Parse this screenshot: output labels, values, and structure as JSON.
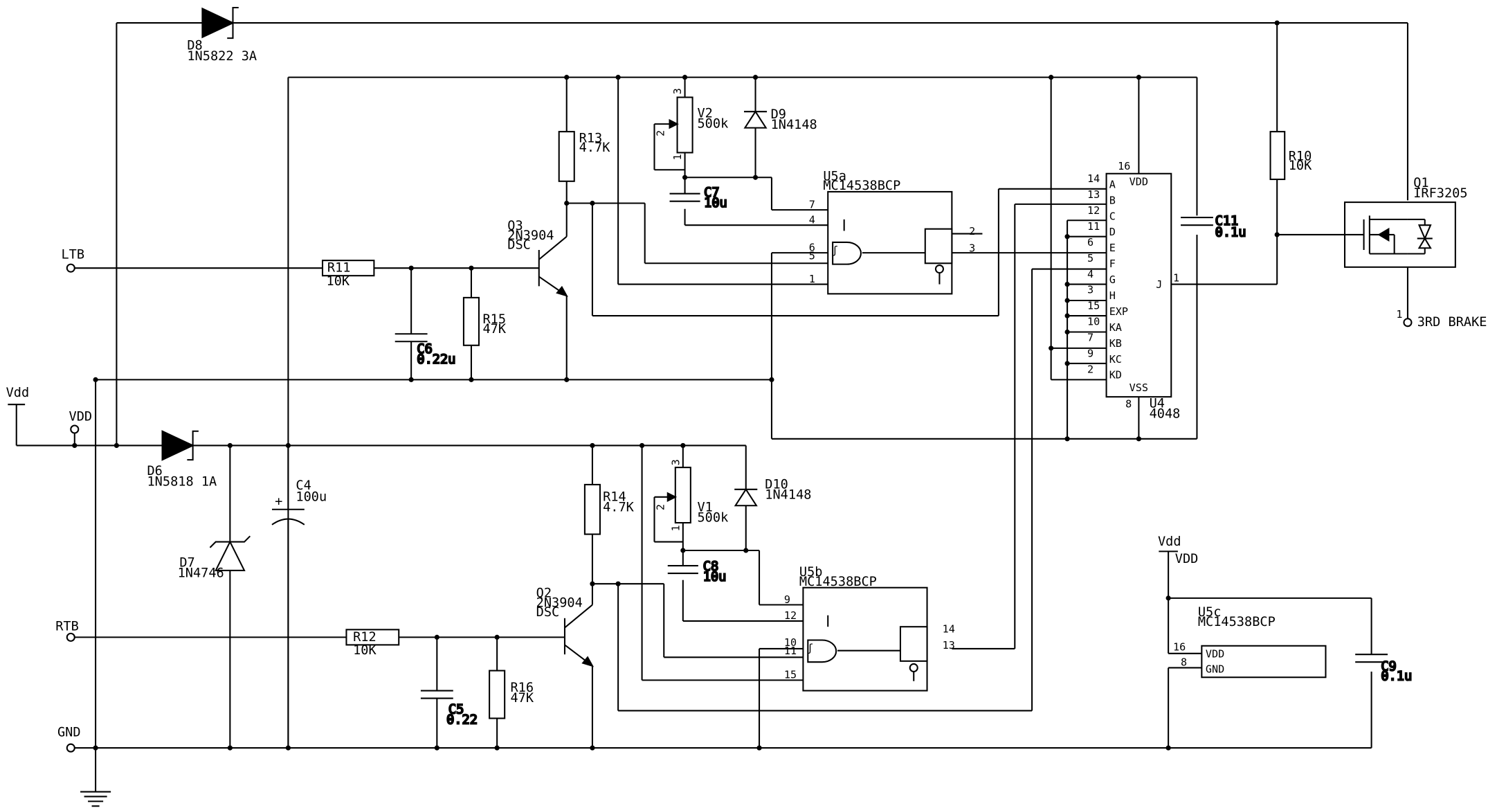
{
  "ports": {
    "ltb": "LTB",
    "rtb": "RTB",
    "gnd": "GND",
    "vdd_supply": "Vdd",
    "vdd_node": "VDD",
    "brake": "3RD BRAKE",
    "brake_pin": "1"
  },
  "parts": {
    "D8": {
      "ref": "D8",
      "val": "1N5822 3A"
    },
    "D6": {
      "ref": "D6",
      "val": "1N5818 1A"
    },
    "D7": {
      "ref": "D7",
      "val": "1N4746"
    },
    "D9": {
      "ref": "D9",
      "val": "1N4148"
    },
    "D10": {
      "ref": "D10",
      "val": "1N4148"
    },
    "R10": {
      "ref": "R10",
      "val": "10K"
    },
    "R11": {
      "ref": "R11",
      "val": "10K"
    },
    "R12": {
      "ref": "R12",
      "val": "10K"
    },
    "R13": {
      "ref": "R13",
      "val": "4.7K"
    },
    "R14": {
      "ref": "R14",
      "val": "4.7K"
    },
    "R15": {
      "ref": "R15",
      "val": "47K"
    },
    "R16": {
      "ref": "R16",
      "val": "47K"
    },
    "C4": {
      "ref": "C4",
      "val": "100u",
      "pol": "+"
    },
    "C5": {
      "ref": "C5",
      "val": "0.22"
    },
    "C6": {
      "ref": "C6",
      "val": "0.22u"
    },
    "C7": {
      "ref": "C7",
      "val": "10u"
    },
    "C8": {
      "ref": "C8",
      "val": "10u"
    },
    "C9": {
      "ref": "C9",
      "val": "0.1u"
    },
    "C11": {
      "ref": "C11",
      "val": "0.1u"
    },
    "V1": {
      "ref": "V1",
      "val": "500k"
    },
    "V2": {
      "ref": "V2",
      "val": "500k"
    },
    "Q1": {
      "ref": "Q1",
      "val": "IRF3205"
    },
    "Q2": {
      "ref": "Q2",
      "val": "2N3904",
      "sub": "DSC"
    },
    "Q3": {
      "ref": "Q3",
      "val": "2N3904",
      "sub": "DSC"
    },
    "U5a": {
      "ref": "U5a",
      "val": "MC14538BCP"
    },
    "U5b": {
      "ref": "U5b",
      "val": "MC14538BCP"
    },
    "U5c": {
      "ref": "U5c",
      "val": "MC14538BCP"
    },
    "U4": {
      "ref": "U4",
      "val": "4048"
    }
  },
  "pot_pins": [
    "1",
    "2",
    "3"
  ],
  "u4": {
    "top_pin": "16",
    "top_label": "VDD",
    "bottom_pin": "8",
    "bottom_label": "VSS",
    "out_pin": "1",
    "out_label": "J",
    "left_pins": [
      {
        "num": "14",
        "name": "A"
      },
      {
        "num": "13",
        "name": "B"
      },
      {
        "num": "12",
        "name": "C"
      },
      {
        "num": "11",
        "name": "D"
      },
      {
        "num": "6",
        "name": "E"
      },
      {
        "num": "5",
        "name": "F"
      },
      {
        "num": "4",
        "name": "G"
      },
      {
        "num": "3",
        "name": "H"
      },
      {
        "num": "15",
        "name": "EXP"
      },
      {
        "num": "10",
        "name": "KA"
      },
      {
        "num": "7",
        "name": "KB"
      },
      {
        "num": "9",
        "name": "KC"
      },
      {
        "num": "2",
        "name": "KD"
      }
    ]
  },
  "u5a_pins": [
    "7",
    "4",
    "6",
    "5",
    "1",
    "2",
    "3"
  ],
  "u5b_pins": [
    "9",
    "12",
    "10",
    "11",
    "15",
    "14",
    "13"
  ],
  "u5c_pins": [
    {
      "num": "16",
      "name": "VDD"
    },
    {
      "num": "8",
      "name": "GND"
    }
  ]
}
